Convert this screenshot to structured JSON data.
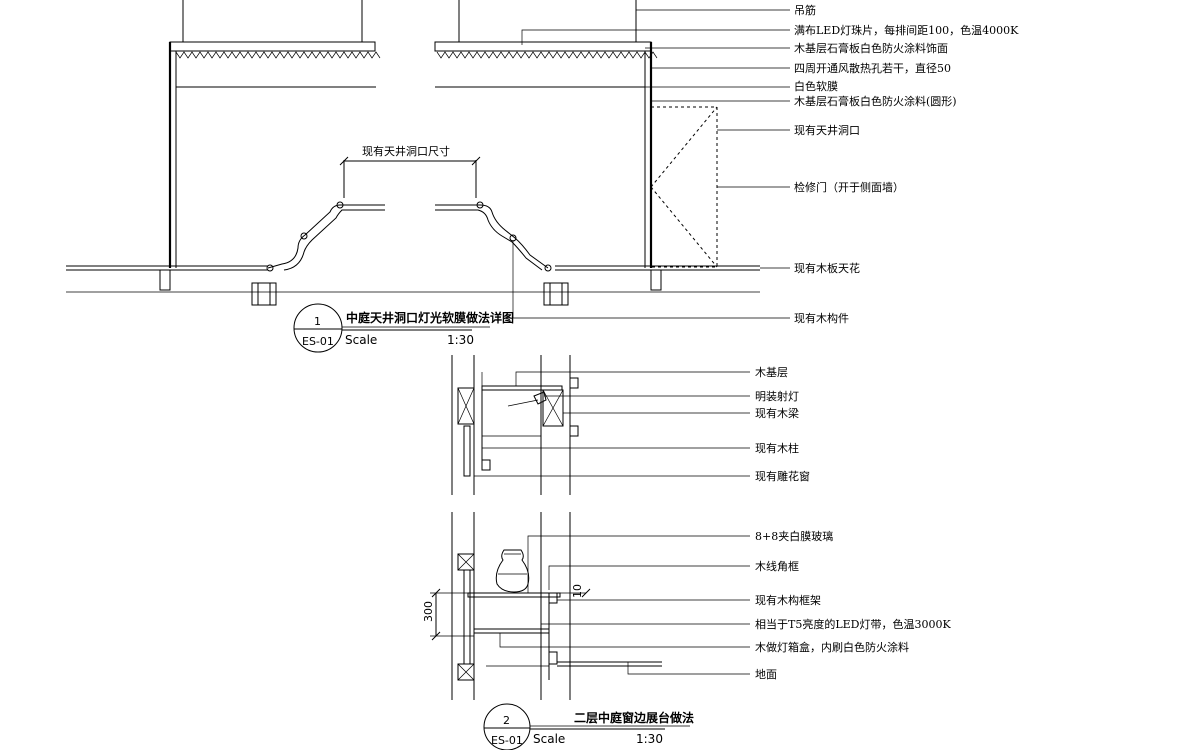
{
  "detail1": {
    "callouts": [
      "吊筋",
      "满布LED灯珠片，每排间距100，色温4000K",
      "木基层石膏板白色防火涂料饰面",
      "四周开通风散热孔若干，直径50",
      "白色软膜",
      "木基层石膏板白色防火涂料(圆形)",
      "现有天井洞口",
      "检修门（开于侧面墙）",
      "现有木板天花",
      "现有木构件"
    ],
    "dimension_label": "现有天井洞口尺寸",
    "title_block": {
      "number": "1",
      "sheet": "ES-01",
      "title": "中庭天井洞口灯光软膜做法详图",
      "scale_label": "Scale",
      "scale_value": "1:30"
    }
  },
  "detail2a": {
    "callouts": [
      "木基层",
      "明装射灯",
      "现有木梁",
      "现有木柱",
      "现有雕花窗"
    ]
  },
  "detail2b": {
    "callouts": [
      "8+8夹白膜玻璃",
      "木线角框",
      "现有木构框架",
      "相当于T5亮度的LED灯带，色温3000K",
      "木做灯箱盒，内刷白色防火涂料",
      "地面"
    ],
    "dim_height": "300",
    "dim_small": "10",
    "title_block": {
      "number": "2",
      "sheet": "ES-01",
      "title": "二层中庭窗边展台做法",
      "scale_label": "Scale",
      "scale_value": "1:30"
    }
  }
}
